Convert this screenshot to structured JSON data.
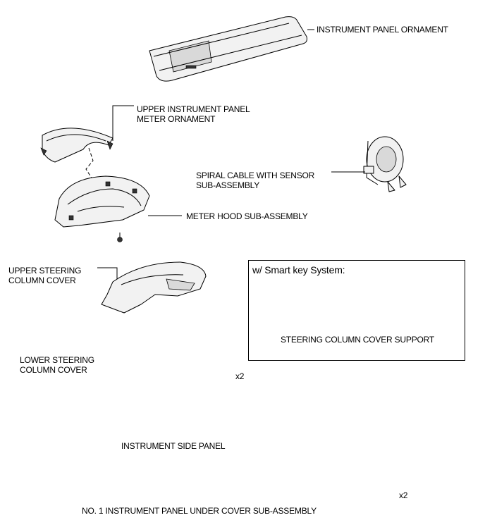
{
  "labels": {
    "instrument_panel_ornament": "INSTRUMENT PANEL ORNAMENT",
    "upper_meter_ornament_line1": "UPPER INSTRUMENT PANEL",
    "upper_meter_ornament_line2": "METER ORNAMENT",
    "spiral_cable_line1": "SPIRAL CABLE WITH SENSOR",
    "spiral_cable_line2": "SUB-ASSEMBLY",
    "meter_hood": "METER HOOD SUB-ASSEMBLY",
    "upper_column_cover_line1": "UPPER STEERING",
    "upper_column_cover_line2": "COLUMN COVER",
    "lower_column_cover_line1": "LOWER STEERING",
    "lower_column_cover_line2": "COLUMN COVER",
    "lower_cover_qty": "x2",
    "instrument_side_panel": "INSTRUMENT SIDE PANEL",
    "under_cover": "NO. 1 INSTRUMENT PANEL UNDER COVER SUB-ASSEMBLY",
    "under_cover_qty": "x2"
  },
  "smart_key_box": {
    "title": "w/ Smart key System:",
    "support_label": "STEERING COLUMN COVER SUPPORT"
  }
}
